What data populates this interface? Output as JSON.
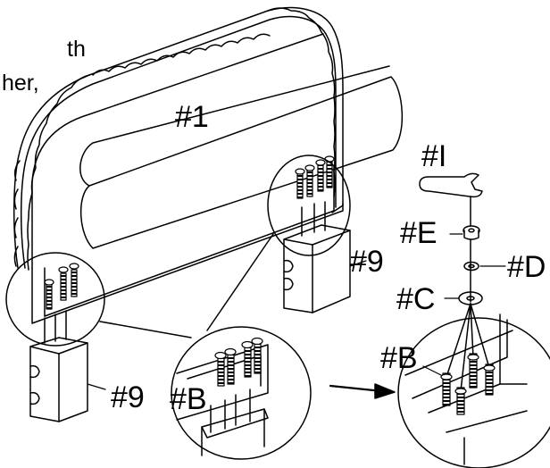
{
  "text_fragments": {
    "line1": "th",
    "line2": "her,"
  },
  "labels": {
    "headboard": "#1",
    "leg_right": "#9",
    "leg_left": "#9",
    "bolts_zoom": "#B",
    "wrench": "#I",
    "nut": "#E",
    "lock_washer": "#D",
    "flat_washer": "#C",
    "bolts_detail": "#B"
  },
  "colors": {
    "line": "#000000",
    "background": "#ffffff"
  },
  "icons": {
    "arrow": "right-arrow-icon",
    "wrench": "wrench-icon"
  }
}
